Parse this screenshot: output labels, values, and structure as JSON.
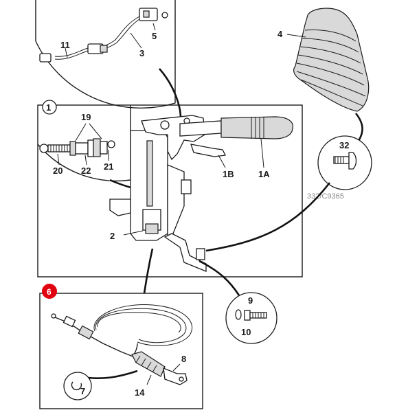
{
  "diagram": {
    "drawing_ref": "332/C9365",
    "highlight_badge": {
      "label": "6",
      "color": "#e0000f"
    },
    "panel_1_badge": "1",
    "callouts": {
      "c1A": "1A",
      "c1B": "1B",
      "c2": "2",
      "c3": "3",
      "c4": "4",
      "c5": "5",
      "c7": "7",
      "c8": "8",
      "c9": "9",
      "c10": "10",
      "c11": "11",
      "c14": "14",
      "c19": "19",
      "c20": "20",
      "c21": "21",
      "c22": "22",
      "c32": "32"
    }
  }
}
